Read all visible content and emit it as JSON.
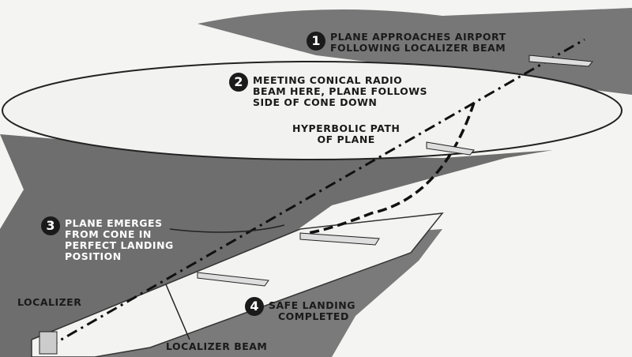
{
  "steps": [
    {
      "number": "1",
      "text": [
        "PLANE APPROACHES AIRPORT",
        "FOLLOWING LOCALIZER BEAM"
      ]
    },
    {
      "number": "2",
      "text": [
        "MEETING CONICAL RADIO",
        "BEAM HERE, PLANE FOLLOWS",
        "SIDE OF CONE DOWN"
      ]
    },
    {
      "number": "3",
      "text": [
        "PLANE EMERGES",
        "FROM CONE IN",
        "PERFECT LANDING",
        "POSITION"
      ]
    },
    {
      "number": "4",
      "text": [
        "SAFE LANDING",
        "COMPLETED"
      ]
    }
  ],
  "labels": {
    "hyperbolic": [
      "HYPERBOLIC PATH",
      "OF PLANE"
    ],
    "localizer": "LOCALIZER",
    "localizer_beam": "LOCALIZER BEAM"
  },
  "colors": {
    "shadow": "#6e6e6e",
    "cone": "#f2f2f0",
    "ink": "#1a1a1a"
  }
}
